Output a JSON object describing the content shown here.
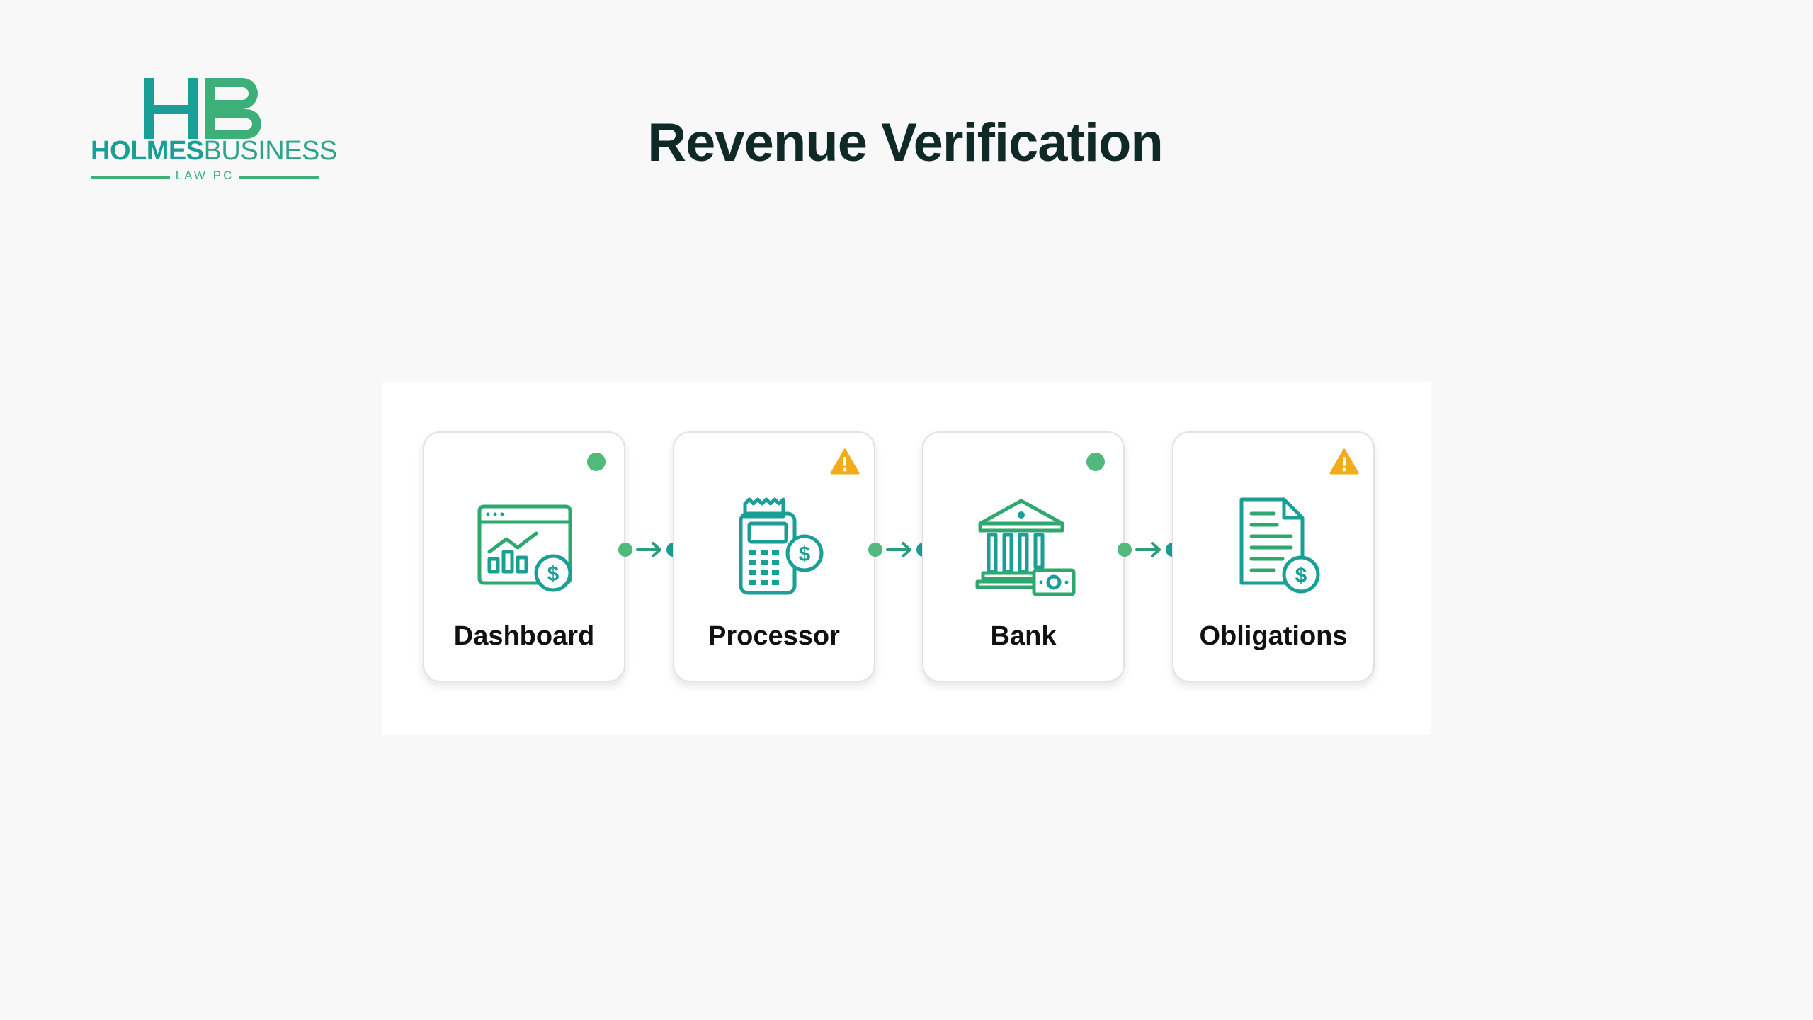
{
  "logo": {
    "word_bold": "HOLMES",
    "word_light": "BUSINESS",
    "sub": "LAW PC"
  },
  "title": "Revenue Verification",
  "colors": {
    "teal": "#1a9f96",
    "green": "#52b97c",
    "warning": "#f2ac1a",
    "text": "#0f2a26"
  },
  "steps": [
    {
      "label": "Dashboard",
      "icon": "dashboard-chart-dollar-icon",
      "status": "ok"
    },
    {
      "label": "Processor",
      "icon": "card-terminal-dollar-icon",
      "status": "warning"
    },
    {
      "label": "Bank",
      "icon": "bank-building-cash-icon",
      "status": "ok"
    },
    {
      "label": "Obligations",
      "icon": "document-dollar-icon",
      "status": "warning"
    }
  ]
}
